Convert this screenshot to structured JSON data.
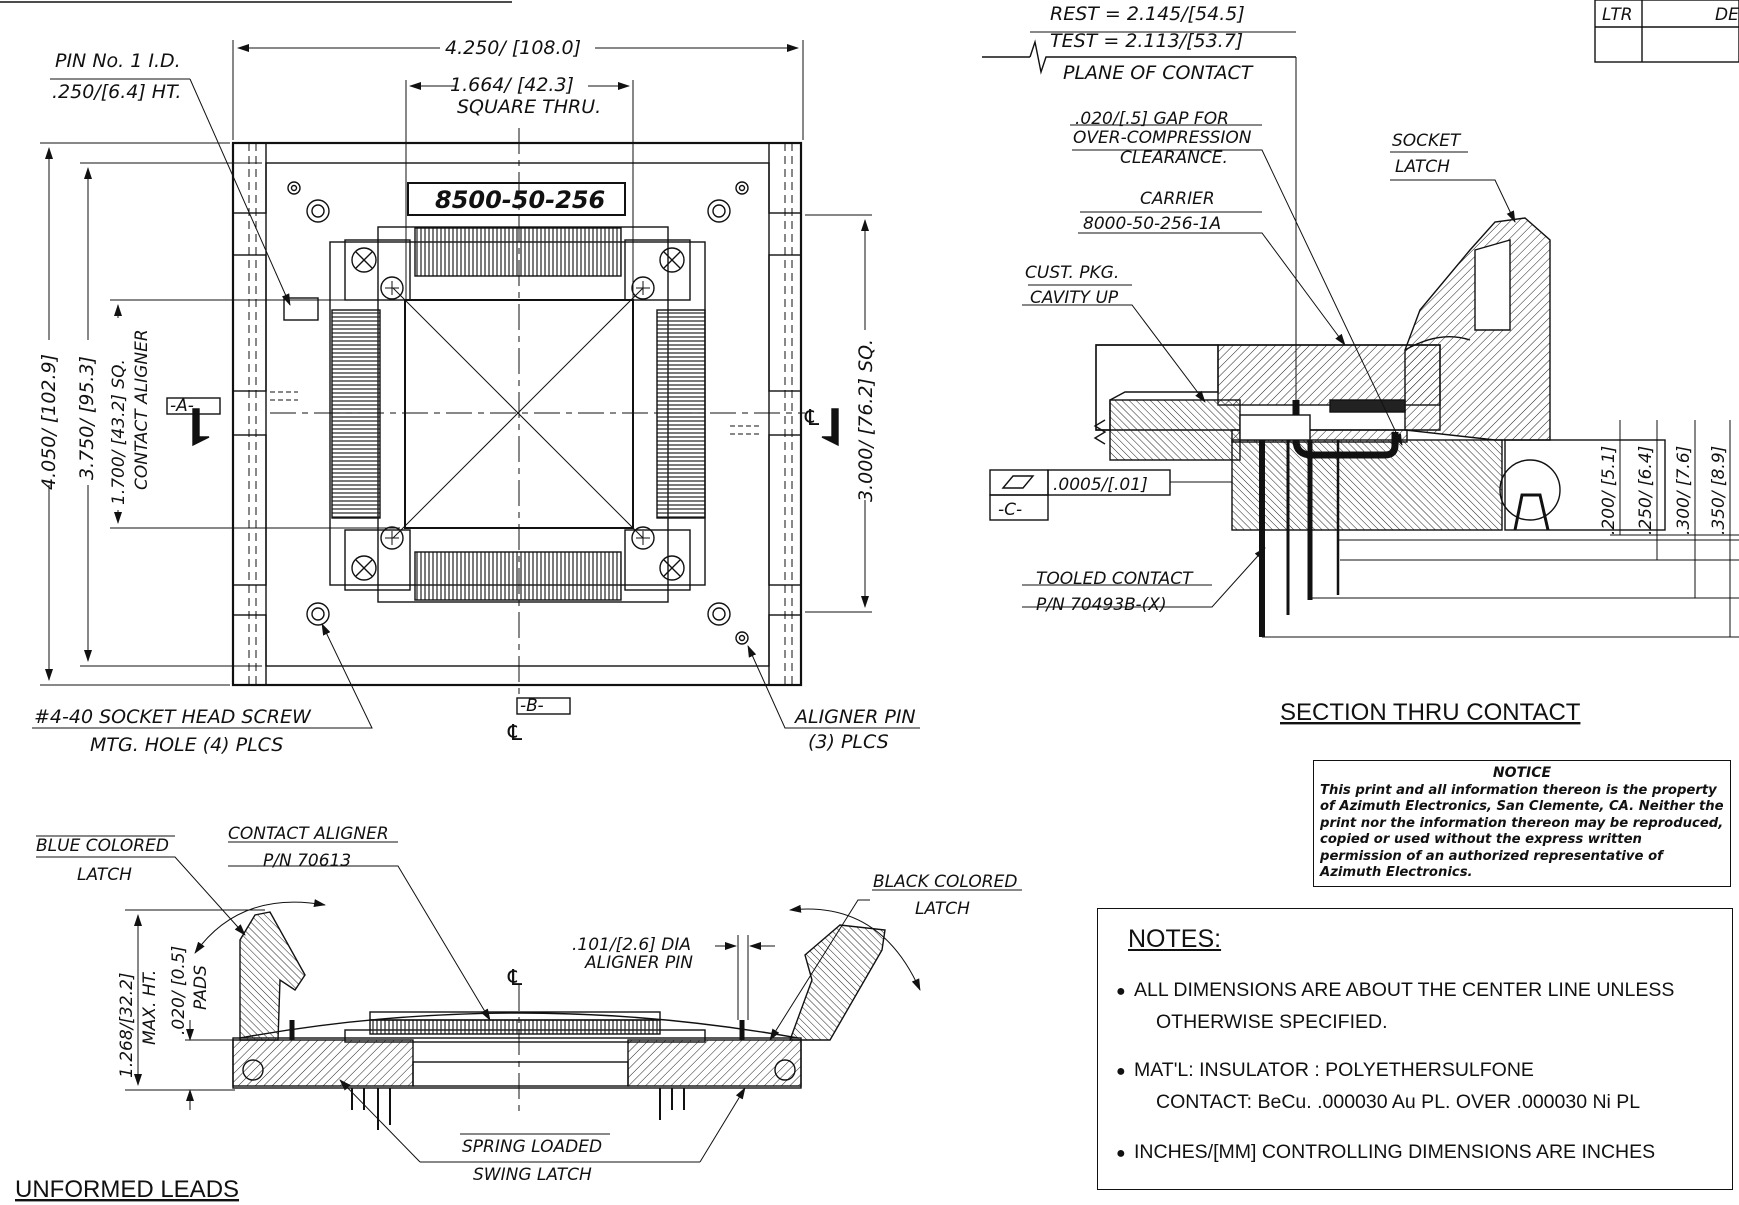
{
  "top_view": {
    "pin1_label_1": "PIN No. 1 I.D.",
    "pin1_label_2": ".250/[6.4] HT.",
    "dim_overall_width": "4.250/ [108.0]",
    "dim_square_thru_1": "1.664/ [42.3]",
    "dim_square_thru_2": "SQUARE THRU.",
    "part_number": "8500-50-256",
    "dim_height_outer": "4.050/ [102.9]",
    "dim_height_inner": "3.750/ [95.3]",
    "dim_aligner_1": "1.700/ [43.2] SQ.",
    "dim_aligner_2": "CONTACT ALIGNER",
    "dim_right": "3.000/ [76.2] SQ.",
    "datum_a": "-A-",
    "datum_b": "-B-",
    "centerline": "℄",
    "screw_label_1": "#4-40 SOCKET HEAD SCREW",
    "screw_label_2": "MTG. HOLE (4) PLCS",
    "aligner_pin_1": "ALIGNER PIN",
    "aligner_pin_2": "(3) PLCS"
  },
  "section": {
    "rest": "REST = 2.145/[54.5]",
    "test": "TEST = 2.113/[53.7]",
    "plane": "PLANE OF CONTACT",
    "gap_1": ".020/[.5] GAP FOR",
    "gap_2": "OVER-COMPRESSION",
    "gap_3": "CLEARANCE.",
    "carrier_1": "CARRIER",
    "carrier_2": "8000-50-256-1A",
    "cust_1": "CUST. PKG.",
    "cust_2": "CAVITY UP",
    "socket_1": "SOCKET",
    "socket_2": "LATCH",
    "flatness_value": ".0005/[.01]",
    "datum_c": "-C-",
    "tooled_1": "TOOLED CONTACT",
    "tooled_2": "P/N 70493B-(X)",
    "dim_200": ".200/ [5.1]",
    "dim_250": ".250/ [6.4]",
    "dim_300": ".300/ [7.6]",
    "dim_350": ".350/ [8.9]",
    "title": "SECTION THRU CONTACT"
  },
  "side_view": {
    "blue_1": "BLUE COLORED",
    "blue_2": "LATCH",
    "aligner_1": "CONTACT ALIGNER",
    "aligner_2": "P/N 70613",
    "black_1": "BLACK COLORED",
    "black_2": "LATCH",
    "pin_dia_1": ".101/[2.6] DIA",
    "pin_dia_2": "ALIGNER PIN",
    "max_ht_1": "1.268/[32.2]",
    "max_ht_2": "MAX. HT.",
    "pads_1": ".020/ [0.5]",
    "pads_2": "PADS",
    "spring_1": "SPRING LOADED",
    "spring_2": "SWING LATCH",
    "title": "UNFORMED LEADS"
  },
  "title_block": {
    "ltr": "LTR",
    "des": "DES"
  },
  "notice": {
    "title": "NOTICE",
    "body": "This print and all information thereon is the property of Azimuth Electronics, San Clemente, CA. Neither the print nor the information thereon may be reproduced, copied or used without the express written permission of an authorized representative of Azimuth Electronics."
  },
  "notes": {
    "title": "NOTES:",
    "n1_a": "ALL DIMENSIONS ARE ABOUT THE CENTER LINE UNLESS",
    "n1_b": "OTHERWISE SPECIFIED.",
    "n2_a": "MAT'L: INSULATOR : POLYETHERSULFONE",
    "n2_b": "CONTACT: BeCu. .000030 Au PL. OVER .000030 Ni PL",
    "n3": "INCHES/[MM] CONTROLLING DIMENSIONS ARE INCHES"
  }
}
